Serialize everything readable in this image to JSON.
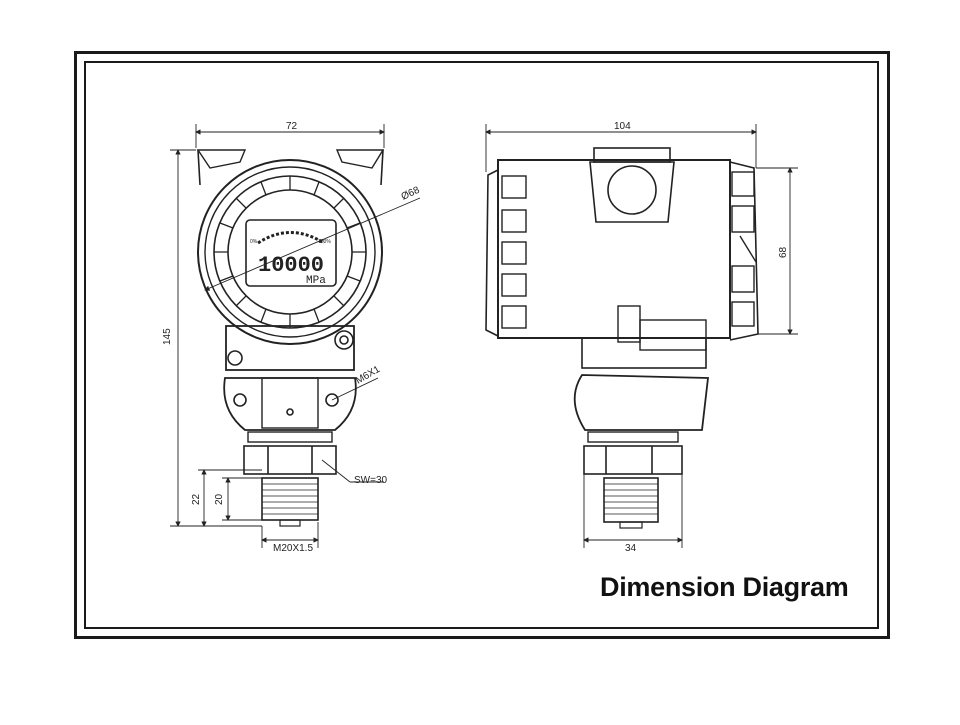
{
  "caption": "Dimension Diagram",
  "front_view": {
    "width_dim": "72",
    "height_dim": "145",
    "dia_dim": "Ø68",
    "thread_dim": "M6X1",
    "wrench_dim": "SW=30",
    "conn_len_22": "22",
    "conn_len_20": "20",
    "thread_size": "M20X1.5"
  },
  "lcd": {
    "reading": "10000",
    "unit": "MPa",
    "scale_left": "0%",
    "scale_right": "100%"
  },
  "side_view": {
    "width_dim": "104",
    "height_dim": "68",
    "base_dim": "34"
  }
}
